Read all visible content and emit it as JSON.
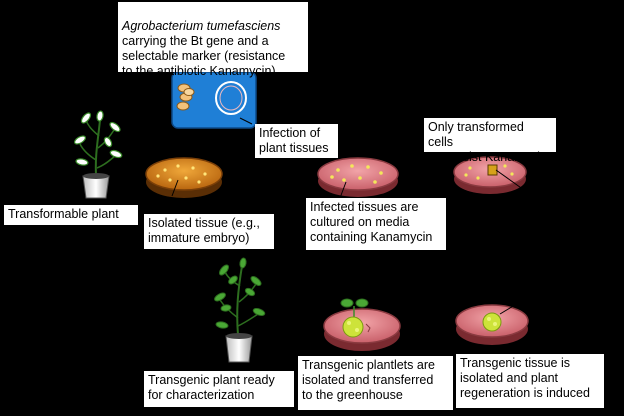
{
  "labels": {
    "agrobacterium": {
      "species": "Agrobacterium tumefasciens",
      "rest": "carrying the Bt gene and a\nselectable marker (resistance\nto the antibiotic Kanamycin)"
    },
    "infection": "Infection of\nplant tissues",
    "only_transformed": "Only transformed cells\ncan resist Kanamycin",
    "transformable_plant": "Transformable plant",
    "isolated_tissue": "Isolated tissue (e.g.,\nimmature embryo)",
    "infected_tissues": "Infected tissues are\ncultured on media\ncontaining Kanamycin",
    "transgenic_plant": "Transgenic plant ready\nfor characterization",
    "transgenic_plantlets": "Transgenic plantlets are\nisolated and transferred\nto the greenhouse",
    "transgenic_tissue": "Transgenic tissue is\nisolated and plant\nregeneration is induced"
  },
  "colors": {
    "background": "#000000",
    "bacteria_box": "#1f7fd6",
    "orange_medium": "#d98a1f",
    "pink_medium": "#e38a8f",
    "plant_green": "#3a8c2a",
    "callus": "#cde33a"
  }
}
